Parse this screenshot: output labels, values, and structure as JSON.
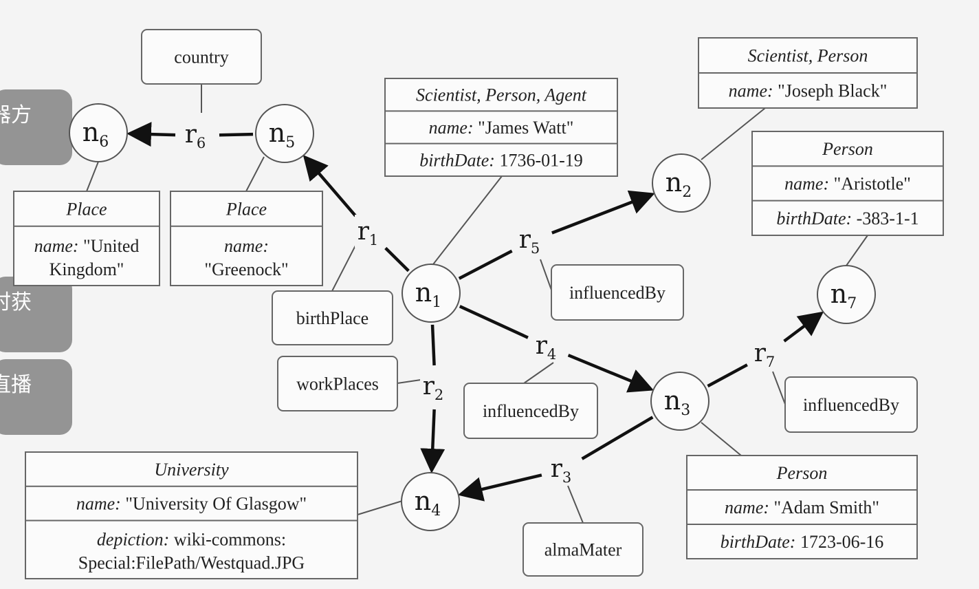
{
  "overlay": {
    "buttons": [
      {
        "label": "器方"
      },
      {
        "label": "时获"
      },
      {
        "label": "直播"
      }
    ]
  },
  "nodes": [
    {
      "id": "n1",
      "base": "n",
      "sub": "1"
    },
    {
      "id": "n2",
      "base": "n",
      "sub": "2"
    },
    {
      "id": "n3",
      "base": "n",
      "sub": "3"
    },
    {
      "id": "n4",
      "base": "n",
      "sub": "4"
    },
    {
      "id": "n5",
      "base": "n",
      "sub": "5"
    },
    {
      "id": "n6",
      "base": "n",
      "sub": "6"
    },
    {
      "id": "n7",
      "base": "n",
      "sub": "7"
    }
  ],
  "relations": [
    {
      "id": "r1",
      "base": "r",
      "sub": "1",
      "type": "birthPlace"
    },
    {
      "id": "r2",
      "base": "r",
      "sub": "2",
      "type": "workPlaces"
    },
    {
      "id": "r3",
      "base": "r",
      "sub": "3",
      "type": "almaMater"
    },
    {
      "id": "r4",
      "base": "r",
      "sub": "4",
      "type": "influencedBy"
    },
    {
      "id": "r5",
      "base": "r",
      "sub": "5",
      "type": "influencedBy"
    },
    {
      "id": "r6",
      "base": "r",
      "sub": "6",
      "type": "country"
    },
    {
      "id": "r7",
      "base": "r",
      "sub": "7",
      "type": "influencedBy"
    }
  ],
  "boxes": [
    {
      "id": "n1",
      "type": "Scientist, Person, Agent",
      "rows": [
        {
          "key": "name:",
          "value": " \"James Watt\""
        },
        {
          "key": "birthDate:",
          "value": " 1736-01-19"
        }
      ]
    },
    {
      "id": "n2",
      "type": "Scientist, Person",
      "rows": [
        {
          "key": "name:",
          "value": " \"Joseph Black\""
        }
      ]
    },
    {
      "id": "n7",
      "type": "Person",
      "rows": [
        {
          "key": "name:",
          "value": " \"Aristotle\""
        },
        {
          "key": "birthDate:",
          "value": " -383-1-1"
        }
      ]
    },
    {
      "id": "n6",
      "type": "Place",
      "rows": [
        {
          "key": "name:",
          "value": " \"United",
          "value2": "Kingdom\""
        }
      ]
    },
    {
      "id": "n5",
      "type": "Place",
      "rows": [
        {
          "key": "name:",
          "value": "",
          "value2": "\"Greenock\""
        }
      ]
    },
    {
      "id": "n4",
      "type": "University",
      "rows": [
        {
          "key": "name:",
          "value": " \"University Of Glasgow\""
        },
        {
          "key": "depiction:",
          "value": " wiki-commons:",
          "value2": "Special:FilePath/Westquad.JPG"
        }
      ]
    },
    {
      "id": "n3",
      "type": "Person",
      "rows": [
        {
          "key": "name:",
          "value": " \"Adam Smith\""
        },
        {
          "key": "birthDate:",
          "value": " 1723-06-16"
        }
      ]
    }
  ]
}
